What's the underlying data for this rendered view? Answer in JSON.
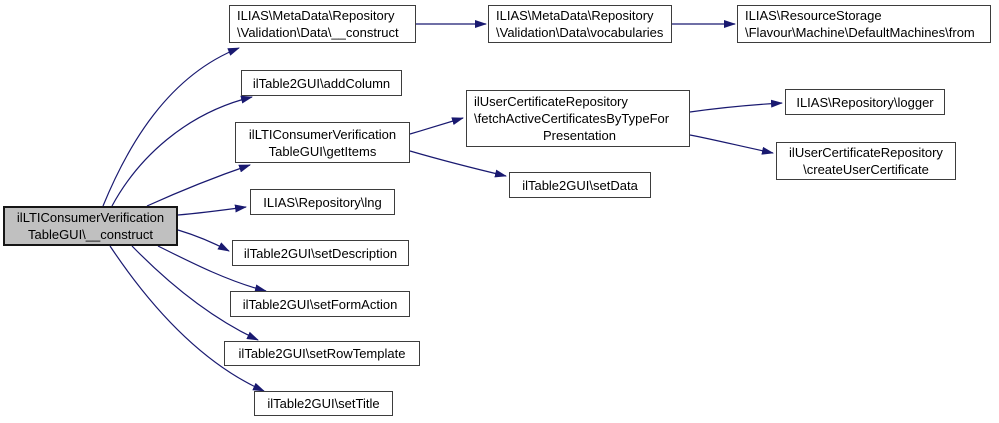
{
  "graph": {
    "kind": "call-graph",
    "colors": {
      "background": "#ffffff",
      "edge": "#191970",
      "node_fill": "#ffffff",
      "root_fill": "#c0c0c0",
      "node_border": "#3d3d3d",
      "text": "#000000"
    },
    "nodes": [
      {
        "id": "construct-root",
        "role": "root",
        "lines": [
          "ilLTIConsumerVerification",
          "TableGUI\\__construct"
        ]
      },
      {
        "id": "md-data-construct",
        "lines": [
          "ILIAS\\MetaData\\Repository",
          "\\Validation\\Data\\__construct"
        ]
      },
      {
        "id": "md-data-vocabularies",
        "lines": [
          "ILIAS\\MetaData\\Repository",
          "\\Validation\\Data\\vocabularies"
        ]
      },
      {
        "id": "rs-defaultmachines-from",
        "lines": [
          "ILIAS\\ResourceStorage",
          "\\Flavour\\Machine\\DefaultMachines\\from"
        ]
      },
      {
        "id": "addcolumn",
        "lines": [
          "ilTable2GUI\\addColumn"
        ]
      },
      {
        "id": "getitems",
        "lines": [
          "ilLTIConsumerVerification",
          "TableGUI\\getItems"
        ]
      },
      {
        "id": "fetchactivecertificates",
        "lines": [
          "ilUserCertificateRepository",
          "\\fetchActiveCertificatesByTypeFor",
          "Presentation"
        ]
      },
      {
        "id": "logger",
        "lines": [
          "ILIAS\\Repository\\logger"
        ]
      },
      {
        "id": "createusercertificate",
        "lines": [
          "ilUserCertificateRepository",
          "\\createUserCertificate"
        ]
      },
      {
        "id": "setdata",
        "lines": [
          "ilTable2GUI\\setData"
        ]
      },
      {
        "id": "lng",
        "lines": [
          "ILIAS\\Repository\\lng"
        ]
      },
      {
        "id": "setdescription",
        "lines": [
          "ilTable2GUI\\setDescription"
        ]
      },
      {
        "id": "setformaction",
        "lines": [
          "ilTable2GUI\\setFormAction"
        ]
      },
      {
        "id": "setrowtemplate",
        "lines": [
          "ilTable2GUI\\setRowTemplate"
        ]
      },
      {
        "id": "settitle",
        "lines": [
          "ilTable2GUI\\setTitle"
        ]
      }
    ],
    "edges": [
      {
        "from": "construct-root",
        "to": "md-data-construct"
      },
      {
        "from": "construct-root",
        "to": "addcolumn"
      },
      {
        "from": "construct-root",
        "to": "getitems"
      },
      {
        "from": "construct-root",
        "to": "lng"
      },
      {
        "from": "construct-root",
        "to": "setdescription"
      },
      {
        "from": "construct-root",
        "to": "setformaction"
      },
      {
        "from": "construct-root",
        "to": "setrowtemplate"
      },
      {
        "from": "construct-root",
        "to": "settitle"
      },
      {
        "from": "md-data-construct",
        "to": "md-data-vocabularies"
      },
      {
        "from": "md-data-vocabularies",
        "to": "rs-defaultmachines-from"
      },
      {
        "from": "getitems",
        "to": "fetchactivecertificates"
      },
      {
        "from": "getitems",
        "to": "setdata"
      },
      {
        "from": "fetchactivecertificates",
        "to": "logger"
      },
      {
        "from": "fetchactivecertificates",
        "to": "createusercertificate"
      }
    ]
  }
}
